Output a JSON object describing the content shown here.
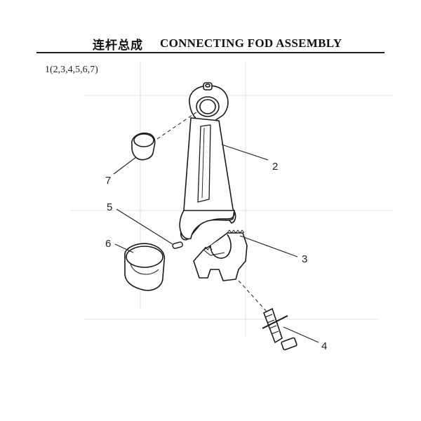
{
  "header": {
    "title_cn": "连杆总成",
    "title_en": "CONNECTING FOD ASSEMBLY"
  },
  "assembly_code": "1(2,3,4,5,6,7)",
  "callouts": [
    {
      "id": "callout-2",
      "label": "2"
    },
    {
      "id": "callout-3",
      "label": "3"
    },
    {
      "id": "callout-4",
      "label": "4"
    },
    {
      "id": "callout-5",
      "label": "5"
    },
    {
      "id": "callout-6",
      "label": "6"
    },
    {
      "id": "callout-7",
      "label": "7"
    }
  ]
}
